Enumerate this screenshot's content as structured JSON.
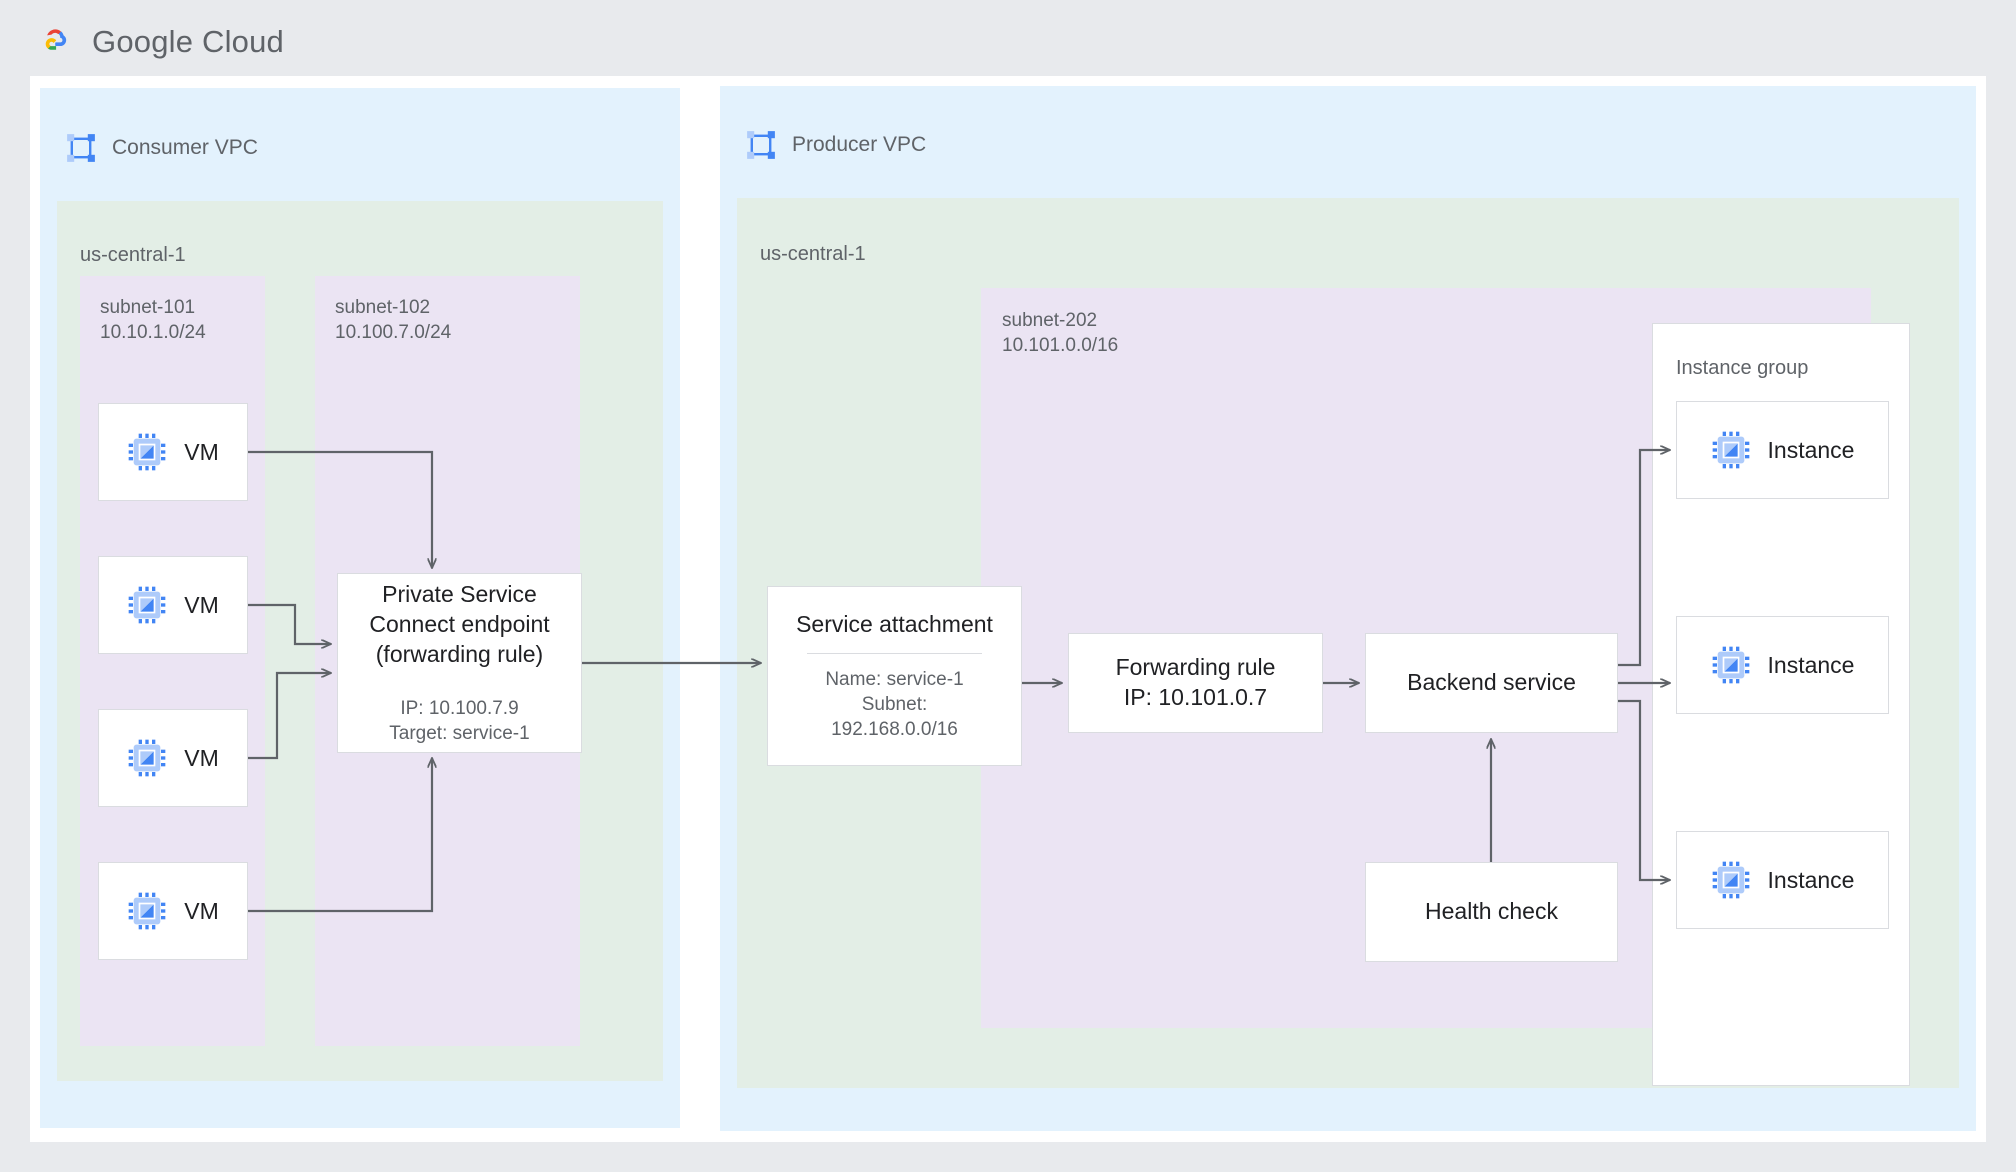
{
  "brand": {
    "name": "Google Cloud",
    "logo_icon": "google-cloud-logo"
  },
  "diagram": {
    "type": "architecture-diagram",
    "consumer_vpc": {
      "title": "Consumer VPC",
      "icon": "vpc-icon",
      "region": "us-central-1",
      "subnets": [
        {
          "name": "subnet-101",
          "cidr": "10.10.1.0/24"
        },
        {
          "name": "subnet-102",
          "cidr": "10.100.7.0/24"
        }
      ],
      "vms": [
        {
          "label": "VM",
          "icon": "vm-icon"
        },
        {
          "label": "VM",
          "icon": "vm-icon"
        },
        {
          "label": "VM",
          "icon": "vm-icon"
        },
        {
          "label": "VM",
          "icon": "vm-icon"
        }
      ],
      "endpoint": {
        "title": "Private Service Connect endpoint (forwarding rule)",
        "ip": "IP: 10.100.7.9",
        "target": "Target: service-1"
      }
    },
    "producer_vpc": {
      "title": "Producer VPC",
      "icon": "vpc-icon",
      "region": "us-central-1",
      "subnet": {
        "name": "subnet-202",
        "cidr": "10.101.0.0/16"
      },
      "service_attachment": {
        "title": "Service attachment",
        "name": "Name: service-1",
        "subnet_label": "Subnet:",
        "subnet_cidr": "192.168.0.0/16"
      },
      "forwarding_rule": {
        "title": "Forwarding rule",
        "ip": "IP: 10.101.0.7"
      },
      "backend_service": {
        "title": "Backend service"
      },
      "health_check": {
        "title": "Health check"
      },
      "instance_group": {
        "label": "Instance group",
        "instances": [
          {
            "label": "Instance",
            "icon": "vm-icon"
          },
          {
            "label": "Instance",
            "icon": "vm-icon"
          },
          {
            "label": "Instance",
            "icon": "vm-icon"
          }
        ]
      }
    },
    "colors": {
      "vpc_fill": "#e3f2fd",
      "region_fill": "#e3eee6",
      "subnet_fill": "#ebe4f3",
      "node_fill": "#ffffff",
      "node_border": "#dadce0",
      "connector": "#5f6368",
      "text_primary": "#202124",
      "text_secondary": "#5f6368",
      "icon_blue": "#4285f4",
      "page_bg": "#e8eaed"
    }
  }
}
